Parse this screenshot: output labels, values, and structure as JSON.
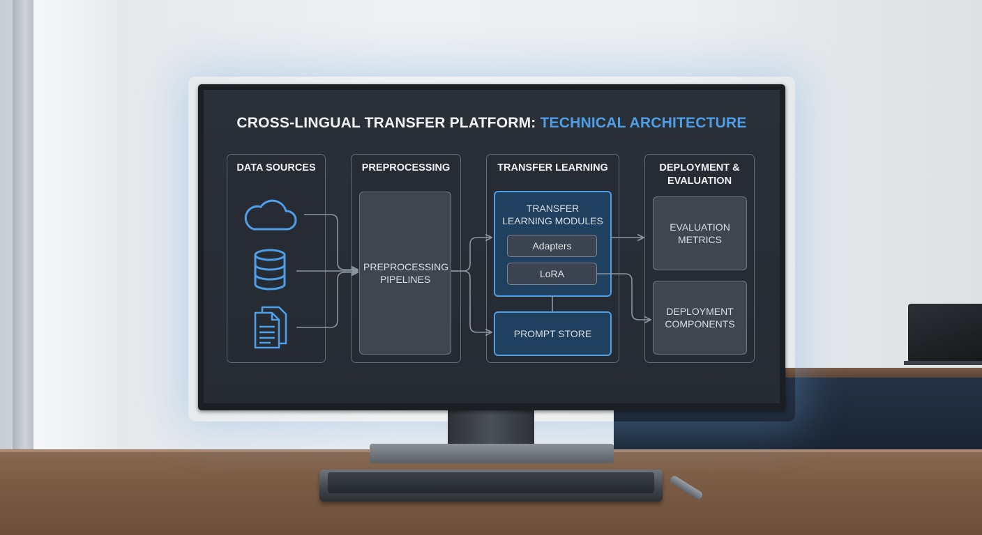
{
  "diagram": {
    "title_main": "CROSS-LINGUAL TRANSFER PLATFORM: ",
    "title_accent": "TECHNICAL ARCHITECTURE",
    "columns": {
      "data_sources": {
        "heading": "DATA SOURCES",
        "icons": [
          "cloud-icon",
          "database-icon",
          "document-icon"
        ]
      },
      "preprocessing": {
        "heading": "PREPROCESSING",
        "box": "PREPROCESSING PIPELINES"
      },
      "transfer_learning": {
        "heading": "TRANSFER LEARNING",
        "modules_title": "TRANSFER LEARNING MODULES",
        "modules": [
          "Adapters",
          "LoRA"
        ],
        "prompt_store": "PROMPT STORE"
      },
      "deployment": {
        "heading": "DEPLOYMENT & EVALUATION",
        "boxes": [
          "EVALUATION METRICS",
          "DEPLOYMENT COMPONENTS"
        ]
      }
    },
    "colors": {
      "accent": "#4f9ee8",
      "screen_bg": "#262b32",
      "panel_border": "#5f6a76",
      "module_fill": "#20405f"
    }
  }
}
